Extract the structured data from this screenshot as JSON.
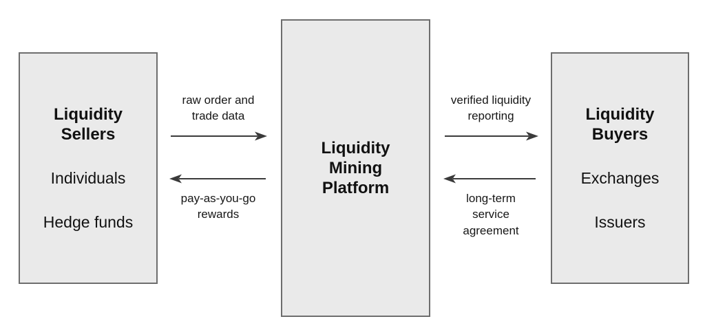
{
  "diagram": {
    "type": "block-flow",
    "background_color": "#ffffff",
    "box_fill_color": "#eaeaea",
    "box_border_color": "#6d6d6d",
    "text_color": "#111111",
    "arrow_color": "#3a3a3a",
    "nodes": [
      {
        "id": "liquidity-sellers",
        "title": "Liquidity\nSellers",
        "items": [
          "Individuals",
          "Hedge funds"
        ]
      },
      {
        "id": "liquidity-mining-platform",
        "title": "Liquidity\nMining\nPlatform",
        "items": []
      },
      {
        "id": "liquidity-buyers",
        "title": "Liquidity\nBuyers",
        "items": [
          "Exchanges",
          "Issuers"
        ]
      }
    ],
    "flows": [
      {
        "id": "sellers-to-platform",
        "direction": "right",
        "label": "raw order and\ntrade data"
      },
      {
        "id": "platform-to-sellers",
        "direction": "left",
        "label": "pay-as-you-go\nrewards"
      },
      {
        "id": "platform-to-buyers",
        "direction": "right",
        "label": "verified liquidity\nreporting"
      },
      {
        "id": "buyers-to-platform",
        "direction": "left",
        "label": "long-term\nservice\nagreement"
      }
    ]
  }
}
